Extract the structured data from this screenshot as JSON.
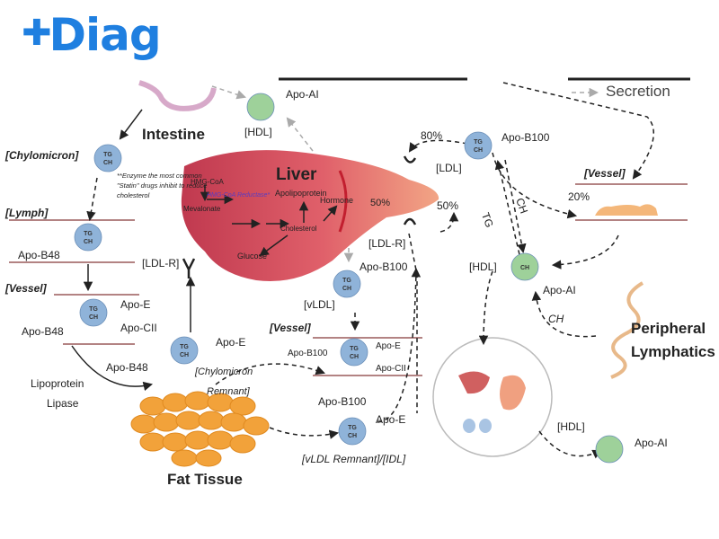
{
  "brand": {
    "logo_text": "Diag",
    "color": "#1f7fe0"
  },
  "legend": {
    "secretion": "Secretion"
  },
  "labels": {
    "intestine": "Intestine",
    "liver": "Liver",
    "fat_tissue": "Fat Tissue",
    "peripheral_lymphatics_1": "Peripheral",
    "peripheral_lymphatics_2": "Lymphatics",
    "chylomicron": "[Chylomicron]",
    "lymph": "[Lymph]",
    "vessel_left": "[Vessel]",
    "vessel_mid": "[Vessel]",
    "vessel_right": "[Vessel]",
    "hdl_top": "[HDL]",
    "ldl_top": "[LDL]",
    "ldl_r_left": "[LDL-R]",
    "ldl_r_mid": "[LDL-R]",
    "vldl": "[vLDL]",
    "hdl_mid": "[HDL]",
    "hdl_bottom": "[HDL]",
    "chylo_remnant_1": "[Chylomicron",
    "chylo_remnant_2": "Remnant]",
    "vldl_remnant": "[vLDL Remnant]/[IDL]",
    "lipoprotein_1": "Lipoprotein",
    "lipoprotein_2": "Lipase",
    "pct_80": "80%",
    "pct_50_in": "50%",
    "pct_50_out": "50%",
    "pct_20": "20%",
    "ch_1": "CH",
    "tg": "TG",
    "ch_2": "CH",
    "statin_note": "**Enzyme the most common \"Statin\" drugs inhibit to reduce cholesterol",
    "hmg_coa": "HMG-CoA",
    "hmg_reductase": "HMG-CoA Reductase*",
    "mevalonate": "Mevalonate",
    "apolipoprotein": "Apolipoprotein",
    "hormone": "Hormone",
    "cholesterol": "Cholesterol",
    "glucose": "Glucose"
  },
  "apos": {
    "apo_ai_top": "Apo-AI",
    "apo_b100_ldl": "Apo-B100",
    "apo_b48_lymph": "Apo-B48",
    "apo_e_vessel": "Apo-E",
    "apo_cii_vessel": "Apo-CII",
    "apo_b48_vessel": "Apo-B48",
    "apo_e_remnant": "Apo-E",
    "apo_b48_remnant": "Apo-B48",
    "apo_b100_vldl": "Apo-B100",
    "apo_b100_vessel": "Apo-B100",
    "apo_e_vessel_mid": "Apo-E",
    "apo_cii_vessel_mid": "Apo-CII",
    "apo_b100_idl": "Apo-B100",
    "apo_e_idl": "Apo-E",
    "apo_ai_hdl_mid": "Apo-AI",
    "apo_ai_bottom": "Apo-AI"
  },
  "particle": {
    "tg": "TG",
    "ch": "CH"
  },
  "colors": {
    "particle_blue": "#8fb3d9",
    "particle_green": "#9ed19a",
    "liver_light": "#f0a080",
    "liver_dark": "#d04a55",
    "fat": "#f2a23a",
    "vessel_line": "#9a5a5a"
  }
}
